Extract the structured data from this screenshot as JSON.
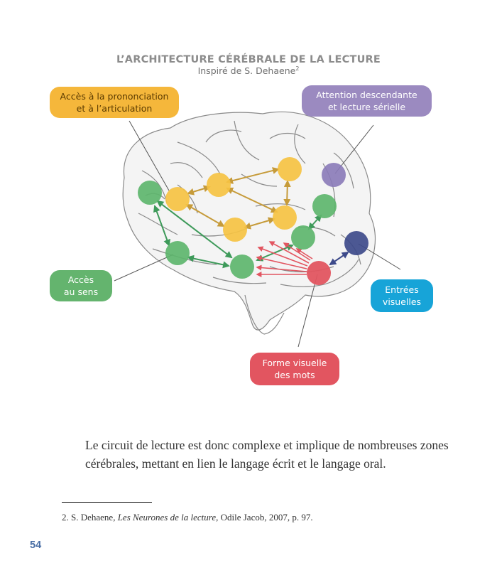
{
  "figure": {
    "title": "L’ARCHITECTURE CÉRÉBRALE DE LA LECTURE",
    "subtitle": "Inspiré de S. Dehaene",
    "subtitle_note": "2"
  },
  "labels": {
    "pronunciation": [
      "Accès à la prononciation",
      "et à l’articulation"
    ],
    "attention": [
      "Attention descendante",
      "et lecture sérielle"
    ],
    "meaning": [
      "Accès",
      "au sens"
    ],
    "visual_input": [
      "Entrées",
      "visuelles"
    ],
    "word_form": [
      "Forme visuelle",
      "des mots"
    ]
  },
  "colors": {
    "pronunciation": "#f5b73b",
    "attention": "#9b8ac0",
    "meaning": "#64b46e",
    "visual_input": "#17a4d8",
    "word_form": "#e25560",
    "navy_node": "#3d4a8a"
  },
  "body_text": "Le circuit de lecture est donc complexe et implique de nombreuses zones cérébrales, mettant en lien le langage écrit et le langage oral.",
  "footnote": {
    "prefix": "2. S. Dehaene, ",
    "book": "Les Neurones de la lecture",
    "suffix": ", Odile Jacob, 2007, p. 97."
  },
  "page_number": "54"
}
